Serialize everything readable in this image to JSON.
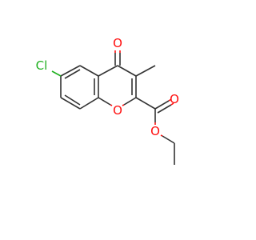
{
  "structure": {
    "atoms": {
      "cl": {
        "symbol": "Cl",
        "color": "#1fb01f"
      },
      "ketone_o": {
        "symbol": "O",
        "color": "#ff0d0d"
      },
      "ring_o": {
        "symbol": "O",
        "color": "#ff0d0d"
      },
      "carbonyl_o": {
        "symbol": "O",
        "color": "#ff0d0d"
      },
      "ester_o": {
        "symbol": "O",
        "color": "#ff0d0d"
      }
    },
    "bond_color": "#333333"
  }
}
